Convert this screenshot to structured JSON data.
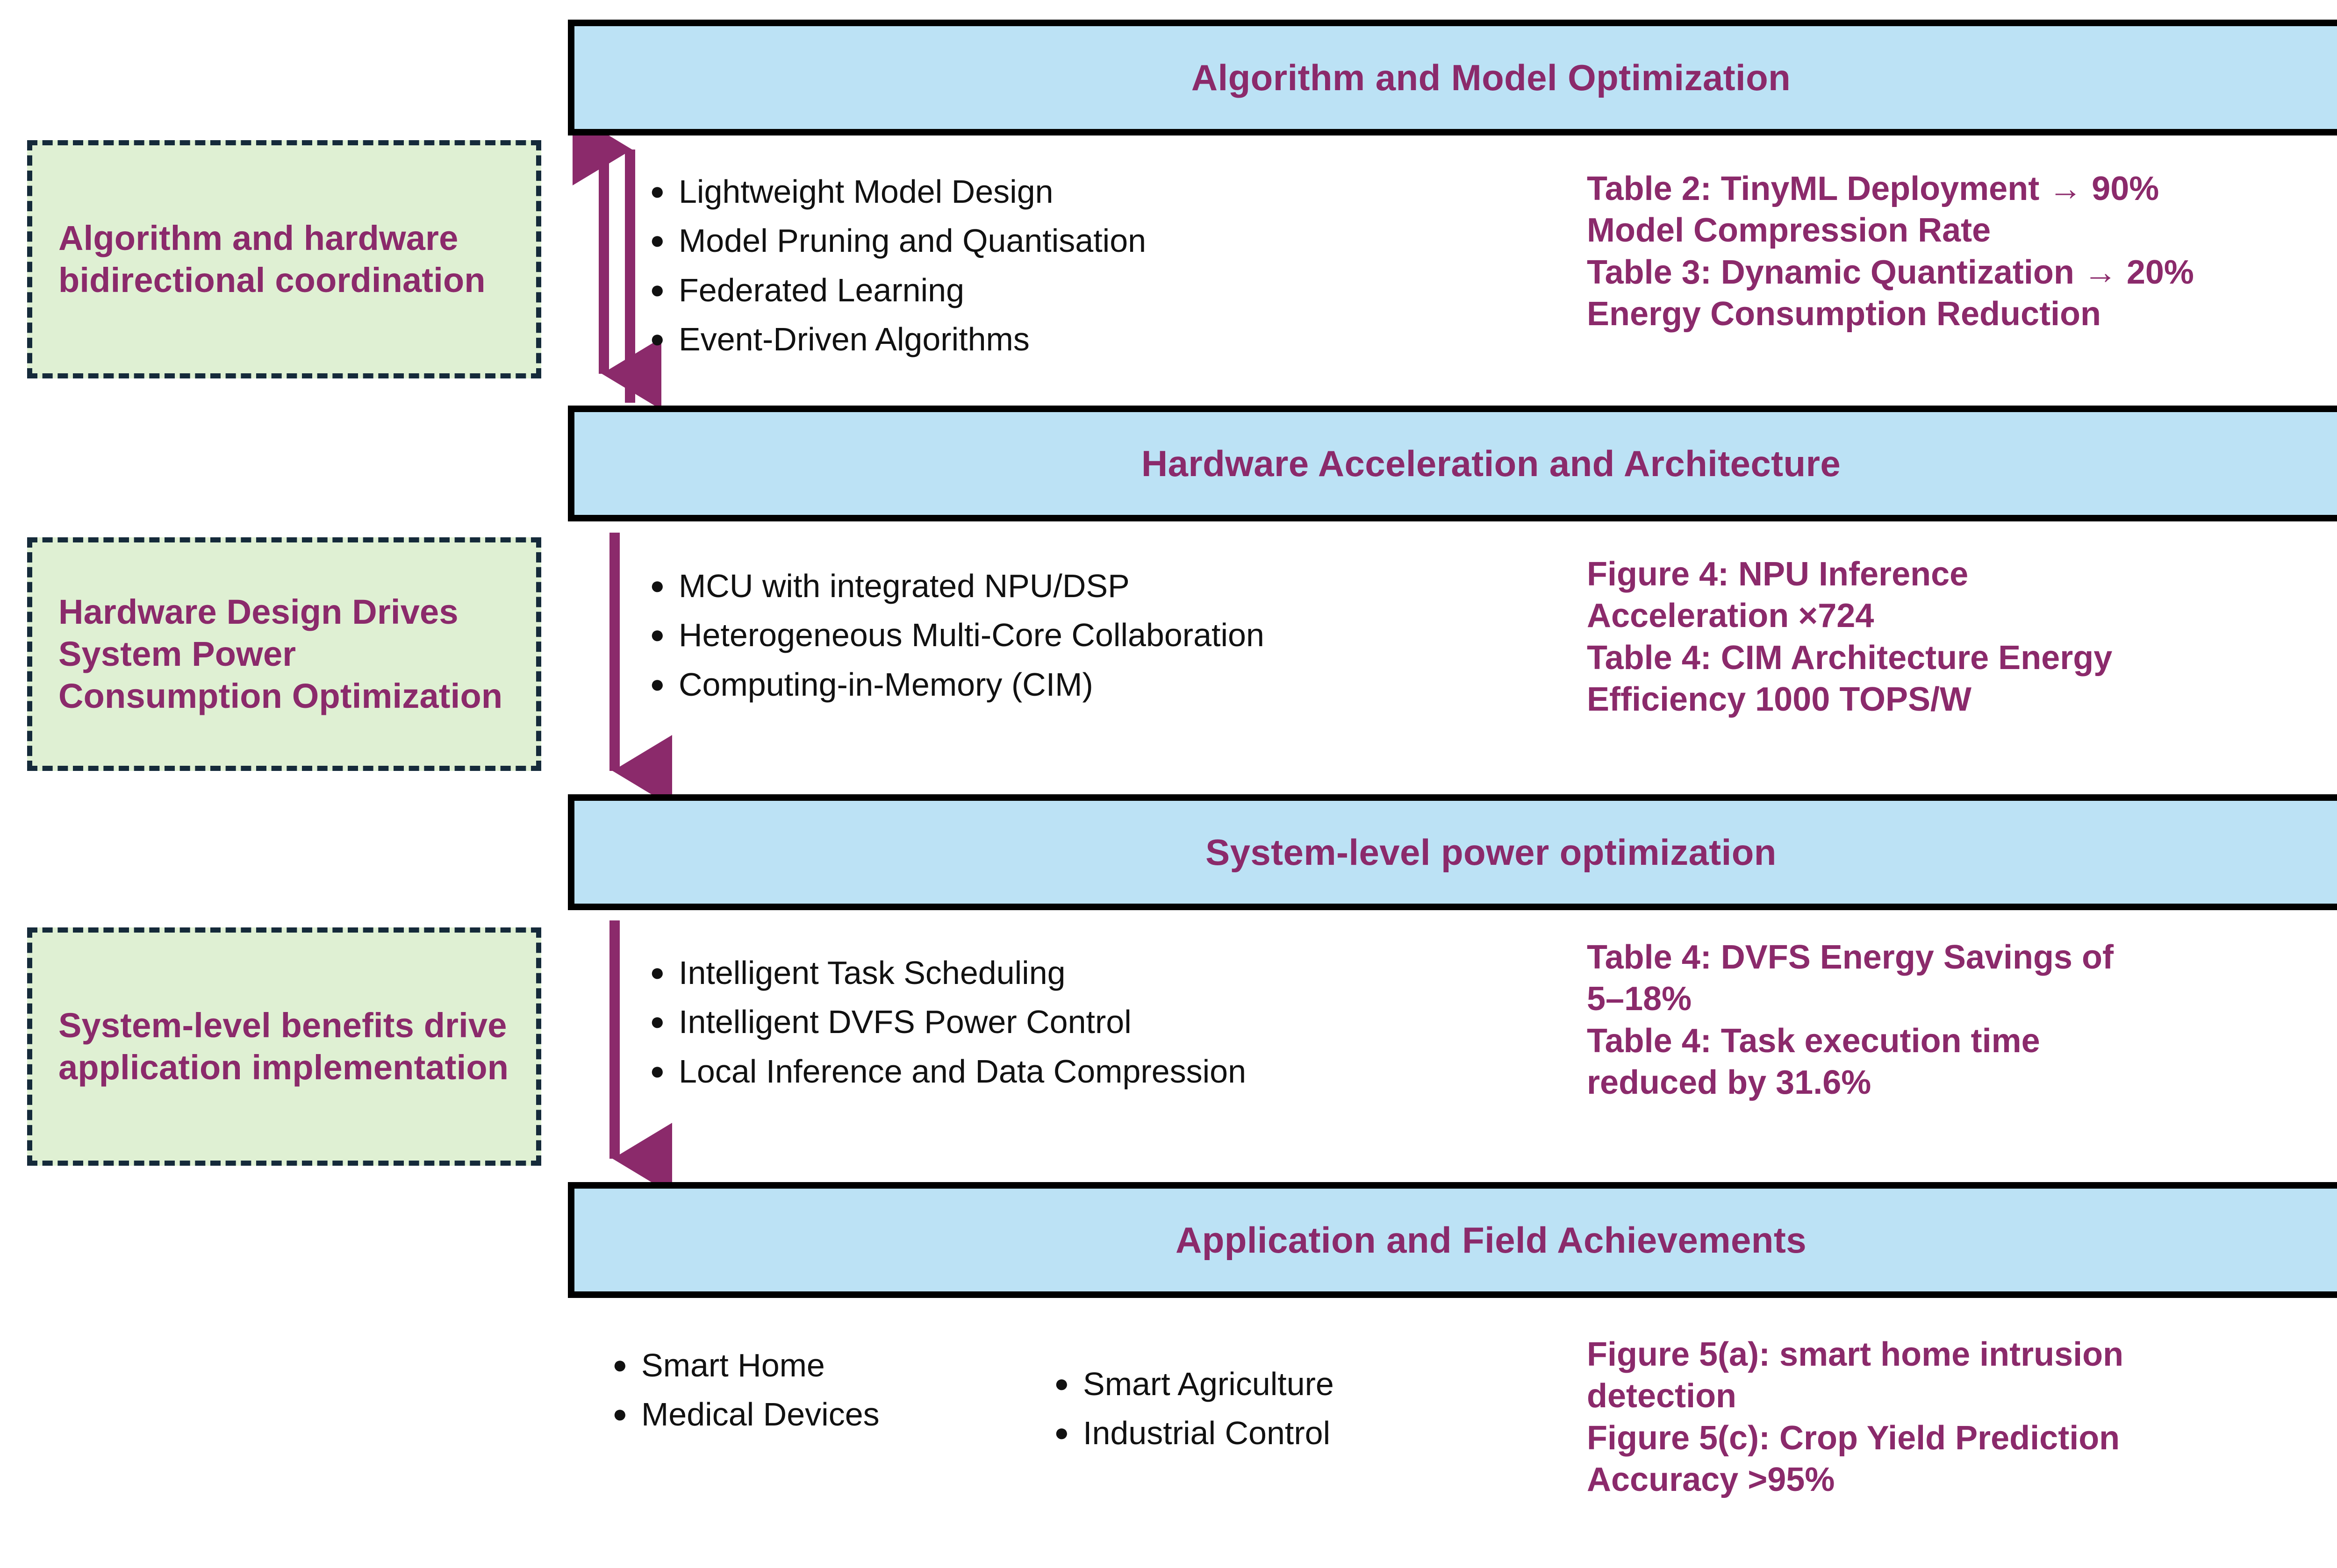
{
  "colors": {
    "stage_fill": "#BCE2F5",
    "stage_border": "#000000",
    "note_fill": "#DFF0D3",
    "note_border": "#152A3A",
    "accent_purple": "#8B2A6B",
    "bullet_text": "#111111"
  },
  "notes": [
    {
      "text": "Algorithm and hardware bidirectional coordination"
    },
    {
      "text": "Hardware Design Drives System Power Consumption Optimization"
    },
    {
      "text": "System-level benefits drive application implementation"
    }
  ],
  "stages": [
    {
      "title": "Algorithm and Model Optimization",
      "bullets": [
        "Lightweight Model Design",
        "Model Pruning and Quantisation",
        "Federated Learning",
        "Event-Driven Algorithms"
      ],
      "callouts": [
        "Table 2: TinyML Deployment → 90%",
        "Model Compression Rate",
        "Table 3: Dynamic Quantization → 20%",
        "Energy Consumption Reduction"
      ],
      "arrow": "bidirectional"
    },
    {
      "title": "Hardware Acceleration and Architecture",
      "bullets": [
        "MCU with integrated NPU/DSP",
        "Heterogeneous Multi-Core Collaboration",
        "Computing-in-Memory (CIM)"
      ],
      "callouts": [
        "Figure 4: NPU Inference",
        "Acceleration ×724",
        "Table 4: CIM Architecture Energy",
        "Efficiency 1000 TOPS/W"
      ],
      "arrow": "down"
    },
    {
      "title": "System-level power optimization",
      "bullets": [
        "Intelligent Task Scheduling",
        "Intelligent DVFS Power Control",
        "Local Inference and Data Compression"
      ],
      "callouts": [
        "Table 4: DVFS Energy Savings of",
        " 5–18%",
        "Table 4: Task execution time",
        "reduced by 31.6%"
      ],
      "arrow": "down"
    },
    {
      "title": "Application and Field Achievements",
      "bullets_col1": [
        "Smart Home",
        "Medical Devices"
      ],
      "bullets_col2": [
        "Smart Agriculture",
        "Industrial Control"
      ],
      "callouts": [
        "Figure 5(a): smart home intrusion",
        "detection",
        "Figure 5(c): Crop Yield Prediction",
        "Accuracy >95%"
      ],
      "arrow": "none"
    }
  ]
}
